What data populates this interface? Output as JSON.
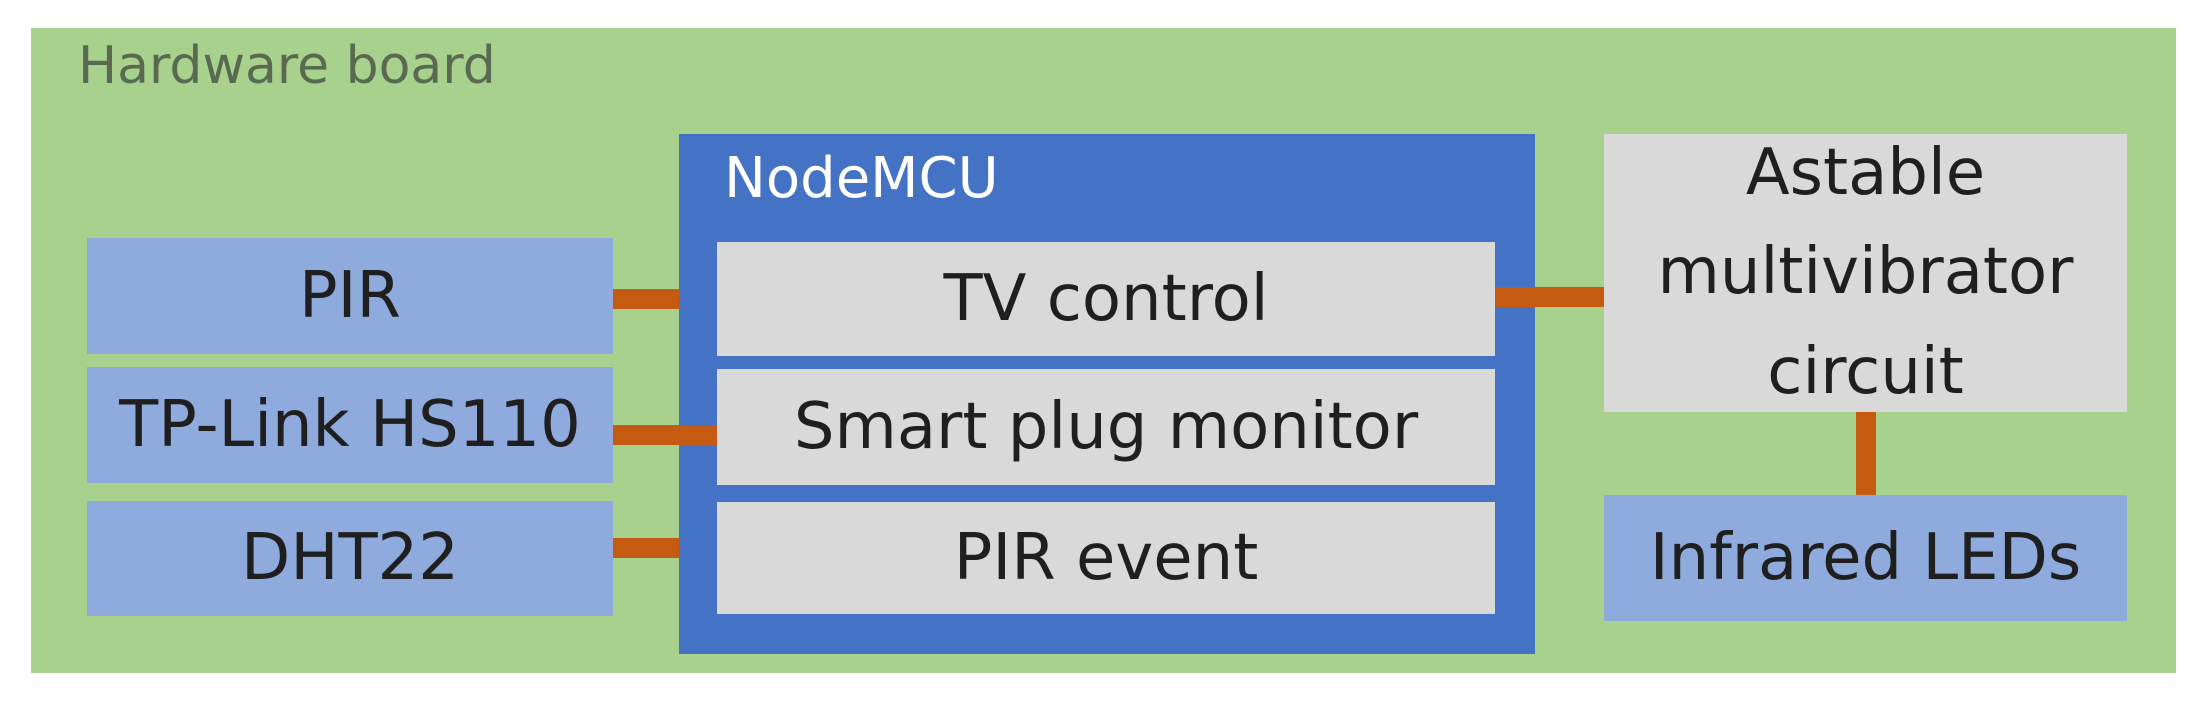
{
  "board": {
    "title": "Hardware board"
  },
  "sensors": [
    {
      "label": "PIR"
    },
    {
      "label": "TP-Link HS110"
    },
    {
      "label": "DHT22"
    }
  ],
  "mcu": {
    "title": "NodeMCU",
    "modules": [
      {
        "label": "TV control"
      },
      {
        "label": "Smart plug monitor"
      },
      {
        "label": "PIR event"
      }
    ]
  },
  "circuit": {
    "label": "Astable multivibrator circuit"
  },
  "leds": {
    "label": "Infrared LEDs"
  },
  "colors": {
    "board": "#a9d18e",
    "mcu": "#4472c4",
    "sensor": "#8faadc",
    "module": "#d9d9d9",
    "connector": "#c55a11"
  }
}
